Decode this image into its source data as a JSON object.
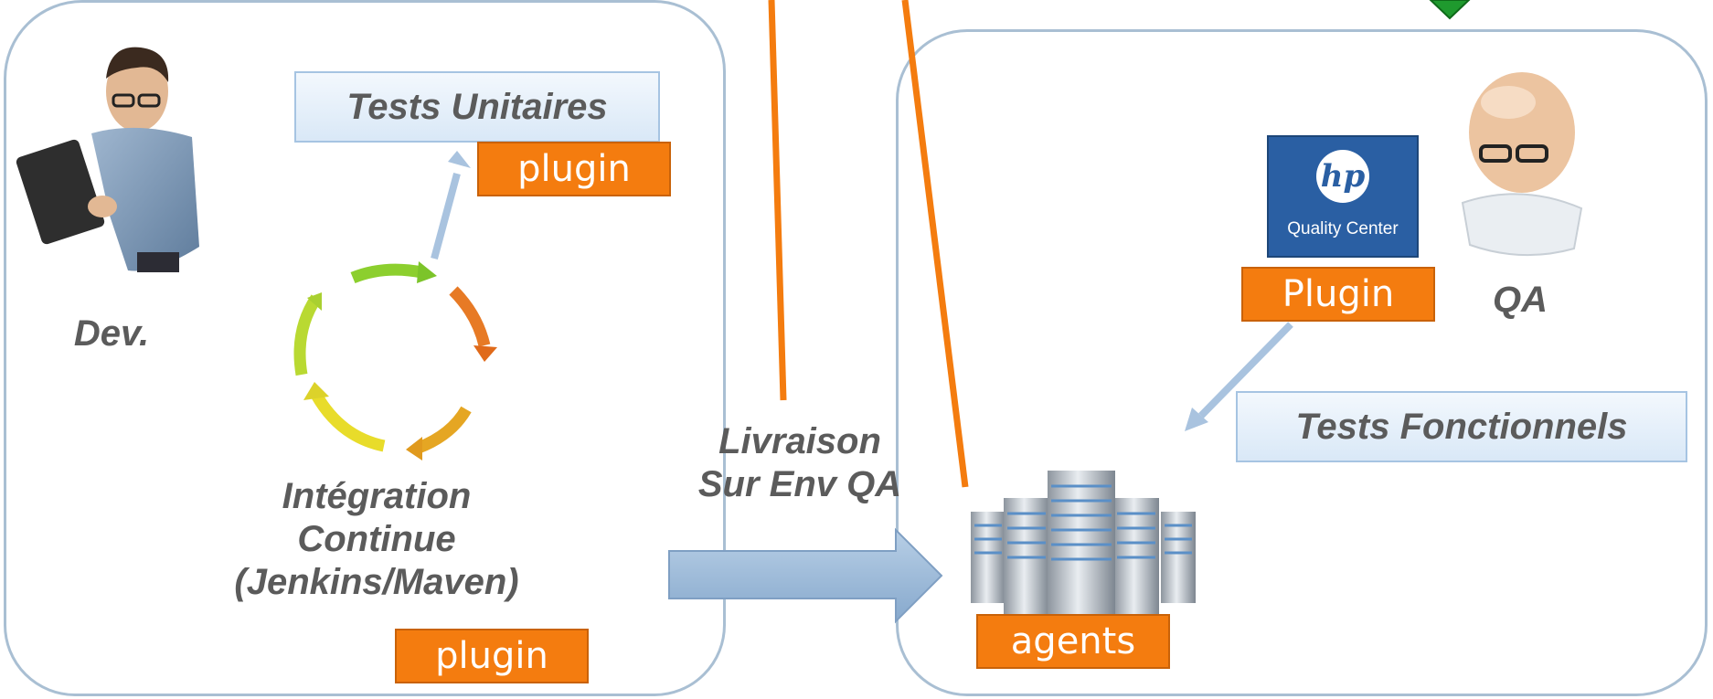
{
  "left_panel": {
    "dev_label": "Dev.",
    "unit_tests_label": "Tests Unitaires",
    "unit_tests_plugin": "plugin",
    "ci_label_line1": "Intégration",
    "ci_label_line2": "Continue",
    "ci_label_line3": "(Jenkins/Maven)",
    "ci_plugin": "plugin"
  },
  "center": {
    "delivery_line1": "Livraison",
    "delivery_line2": "Sur Env QA"
  },
  "right_panel": {
    "qc_logo_brand": "hp",
    "qc_logo_text": "Quality Center",
    "qc_plugin": "Plugin",
    "qa_label": "QA",
    "functional_tests_label": "Tests Fonctionnels",
    "agents_label": "agents"
  },
  "colors": {
    "panel_border": "#a9bfd3",
    "plugin_orange": "#f47c0f",
    "connector_orange": "#f47c0f",
    "flow_arrow_blue": "#8fb2d6",
    "green_marker": "#1f9a2e",
    "qc_logo_blue": "#2a5fa3"
  }
}
